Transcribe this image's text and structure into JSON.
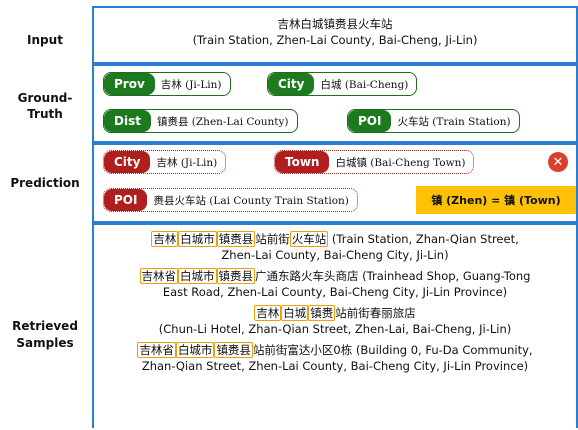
{
  "labels": {
    "input": "Input",
    "ground_truth_1": "Ground-",
    "ground_truth_2": "Truth",
    "prediction": "Prediction",
    "retrieved_1": "Retrieved",
    "retrieved_2": "Samples"
  },
  "input": {
    "zh": "吉林白城镇赉县火车站",
    "en": "(Train Station, Zhen-Lai County, Bai-Cheng, Ji-Lin)"
  },
  "ground_truth": [
    {
      "tag": "Prov",
      "value": "吉林 (Ji-Lin)"
    },
    {
      "tag": "City",
      "value": "白城 (Bai-Cheng)"
    },
    {
      "tag": "Dist",
      "value": "镇赉县 (Zhen-Lai County)"
    },
    {
      "tag": "POI",
      "value": "火车站 (Train Station)"
    }
  ],
  "prediction": [
    {
      "tag": "City",
      "value": "吉林 (Ji-Lin)"
    },
    {
      "tag": "Town",
      "value": "白城镇 (Bai-Cheng Town)"
    },
    {
      "tag": "POI",
      "value": "赉县火车站 (Lai County Train Station)"
    }
  ],
  "equation": "镇 (Zhen) = 镇 (Town)",
  "samples": [
    {
      "segments": [
        {
          "text": "吉林",
          "hl": true
        },
        {
          "text": "白城市",
          "hl": true
        },
        {
          "text": "镇赉县",
          "hl": true
        },
        {
          "text": "站前街",
          "hl": false
        },
        {
          "text": "火车站",
          "hl": true
        }
      ],
      "en1": " (Train Station, Zhan-Qian Street,",
      "en2": "Zhen-Lai County, Bai-Cheng City, Ji-Lin)"
    },
    {
      "segments": [
        {
          "text": "吉林省",
          "hl": true
        },
        {
          "text": "白城市",
          "hl": true
        },
        {
          "text": "镇赉县",
          "hl": true
        },
        {
          "text": "广通东路火车头商店",
          "hl": false
        }
      ],
      "en1": " (Trainhead Shop, Guang-Tong",
      "en2": "East Road, Zhen-Lai County, Bai-Cheng City, Ji-Lin Province)"
    },
    {
      "segments": [
        {
          "text": "吉林",
          "hl": true
        },
        {
          "text": "白城",
          "hl": true
        },
        {
          "text": "镇赉",
          "hl": true
        },
        {
          "text": "站前街春丽旅店",
          "hl": false
        }
      ],
      "en1": "",
      "en2": "(Chun-Li Hotel, Zhan-Qian Street, Zhen-Lai, Bai-Cheng, Ji-Lin)"
    },
    {
      "segments": [
        {
          "text": "吉林省",
          "hl": true
        },
        {
          "text": "白城市",
          "hl": true
        },
        {
          "text": "镇赉县",
          "hl": true
        },
        {
          "text": "站前街富达小区0栋",
          "hl": false
        }
      ],
      "en1": " (Building 0, Fu-Da Community,",
      "en2": "Zhan-Qian Street, Zhen-Lai County, Bai-Cheng City, Ji-Lin Province)"
    }
  ]
}
